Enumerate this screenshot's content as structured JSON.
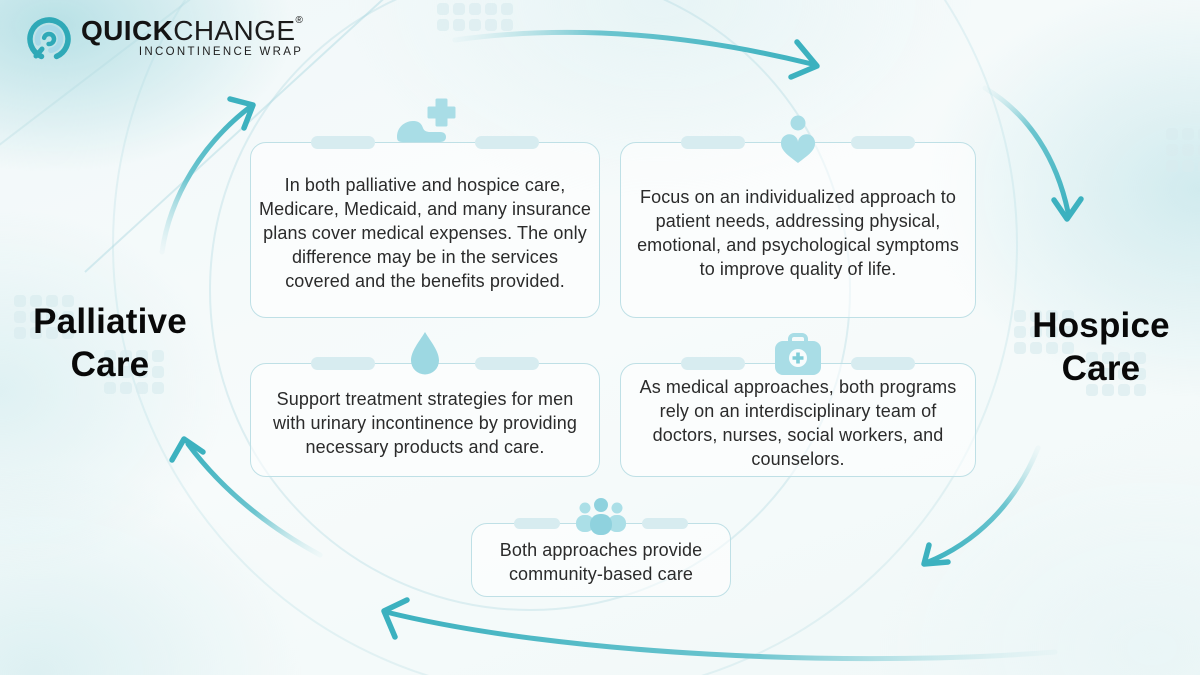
{
  "brand": {
    "name_bold": "QUICK",
    "name_light": "CHANGE",
    "registered": "®",
    "tagline": "INCONTINENCE WRAP",
    "icon": "quickchange-swirl-icon"
  },
  "titles": {
    "left": "Palliative Care",
    "right": "Hospice Care"
  },
  "cards": [
    {
      "id": "insurance",
      "icon": "hand-plus-icon",
      "text": "In both palliative and hospice care, Medicare, Medicaid, and many insurance plans cover medical expenses. The only difference may be in the services covered and the benefits provided."
    },
    {
      "id": "individualized-approach",
      "icon": "person-heart-icon",
      "text": "Focus on an individualized approach to patient needs, addressing physical, emotional, and psychological symptoms to improve quality of life."
    },
    {
      "id": "incontinence-support",
      "icon": "droplet-icon",
      "text": "Support treatment strategies for men with urinary incontinence by providing necessary products and care."
    },
    {
      "id": "interdisciplinary-team",
      "icon": "first-aid-kit-icon",
      "text": "As medical approaches, both programs rely on an interdisciplinary team of doctors, nurses, social workers, and counselors."
    },
    {
      "id": "community-care",
      "icon": "people-group-icon",
      "text": "Both approaches provide community-based care"
    }
  ],
  "colors": {
    "accent": "#3cb1bf",
    "icon_fill": "#a9dde6",
    "card_border": "#bfe0e6",
    "pill": "#d7ecf0"
  }
}
